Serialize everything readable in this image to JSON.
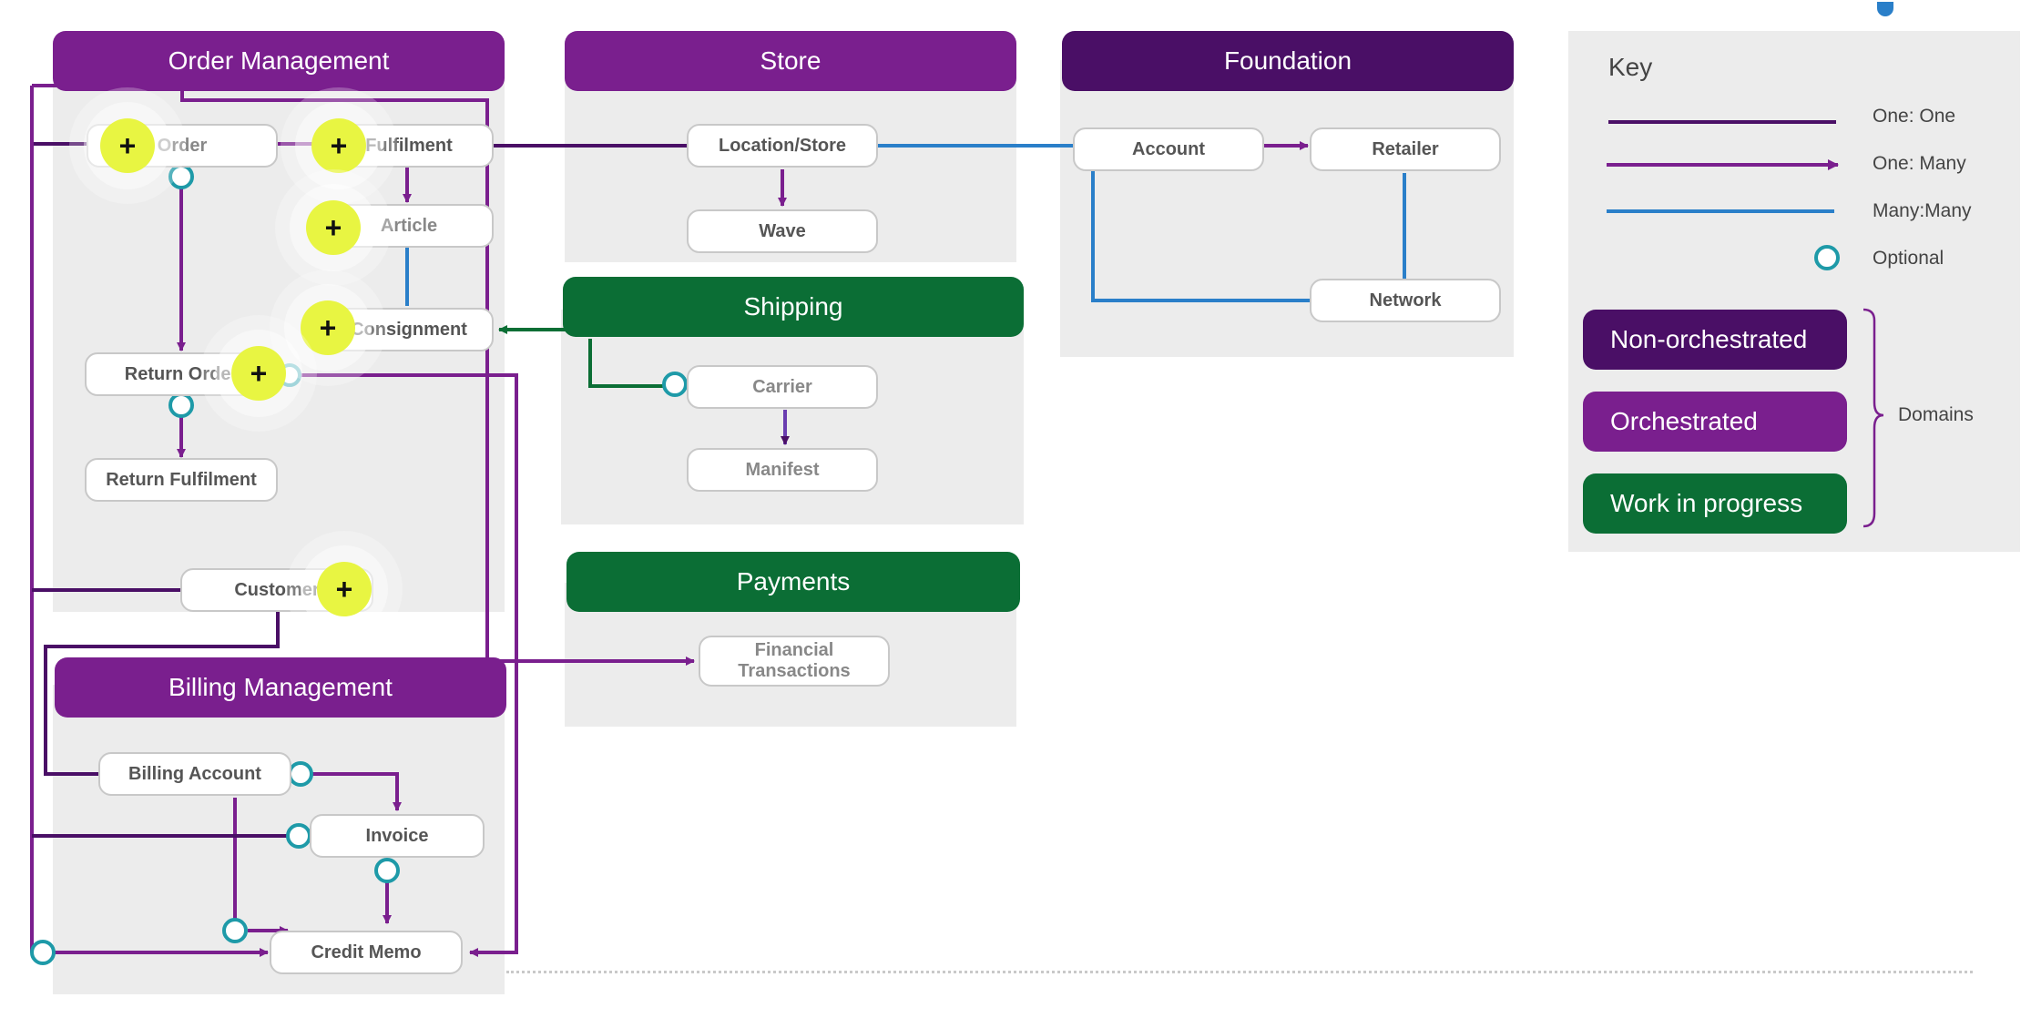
{
  "domains": {
    "order_management": "Order Management",
    "store": "Store",
    "foundation": "Foundation",
    "shipping": "Shipping",
    "payments": "Payments",
    "billing_management": "Billing Management"
  },
  "entities": {
    "order": "Order",
    "fulfilment": "Fulfilment",
    "article": "Article",
    "consignment": "Consignment",
    "return_order": "Return Order",
    "return_fulfilment": "Return Fulfilment",
    "customer": "Customer",
    "location_store": "Location/Store",
    "wave": "Wave",
    "account": "Account",
    "retailer": "Retailer",
    "network": "Network",
    "carrier": "Carrier",
    "manifest": "Manifest",
    "financial_transactions": "Financial Transactions",
    "billing_account": "Billing Account",
    "invoice": "Invoice",
    "credit_memo": "Credit Memo"
  },
  "expand_glyph": "+",
  "key": {
    "title": "Key",
    "one_one": "One: One",
    "one_many": "One: Many",
    "many_many": "Many:Many",
    "optional": "Optional",
    "non_orchestrated": "Non-orchestrated",
    "orchestrated": "Orchestrated",
    "work_in_progress": "Work in progress",
    "domains": "Domains"
  },
  "colors": {
    "one_one": "#4a0f66",
    "one_many": "#7a1f8e",
    "many_many": "#2a7fc9",
    "optional": "#1e9aa8",
    "wip": "#0b6e35",
    "non_orchestrated": "#4a0f66",
    "orchestrated": "#7a1f8e"
  }
}
